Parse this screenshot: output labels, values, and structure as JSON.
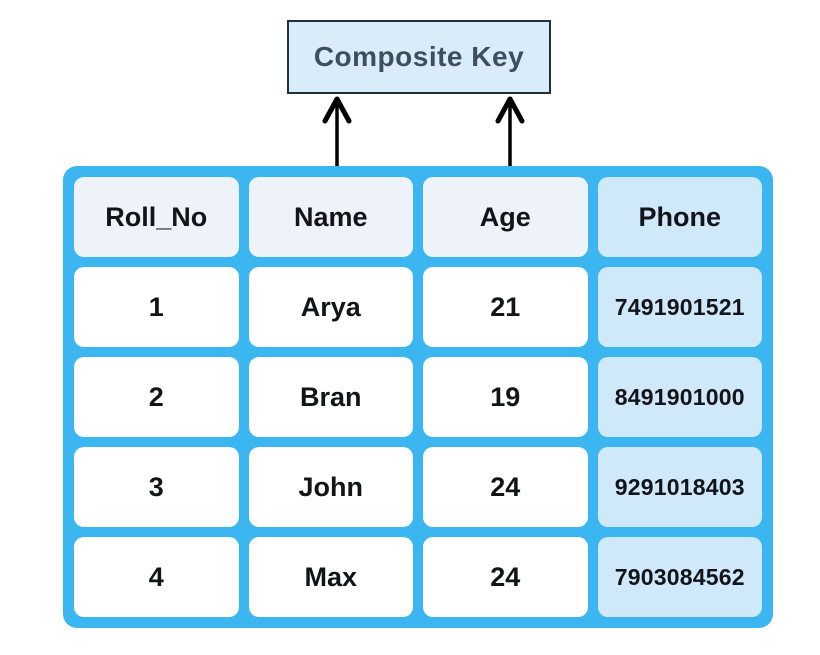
{
  "diagram": {
    "key_box_label": "Composite Key",
    "arrows": [
      {
        "name": "arrow-name-column-to-key-box",
        "points_to_column": "Name"
      },
      {
        "name": "arrow-age-column-to-key-box",
        "points_to_column": "Age"
      }
    ]
  },
  "table": {
    "headers": [
      "Roll_No",
      "Name",
      "Age",
      "Phone"
    ],
    "rows": [
      [
        "1",
        "Arya",
        "21",
        "7491901521"
      ],
      [
        "2",
        "Bran",
        "19",
        "8491901000"
      ],
      [
        "3",
        "John",
        "24",
        "9291018403"
      ],
      [
        "4",
        "Max",
        "24",
        "7903084562"
      ]
    ]
  },
  "colors": {
    "table_background": "#3cb6f0",
    "header_cell": "#edf3f8",
    "data_cell": "#ffffff",
    "phone_cell": "#cfe9fb",
    "key_box_fill": "#d9ecf9",
    "key_box_border": "#22303d",
    "key_box_text": "#3e4d61",
    "cell_text": "#121418",
    "arrow": "#000000"
  }
}
